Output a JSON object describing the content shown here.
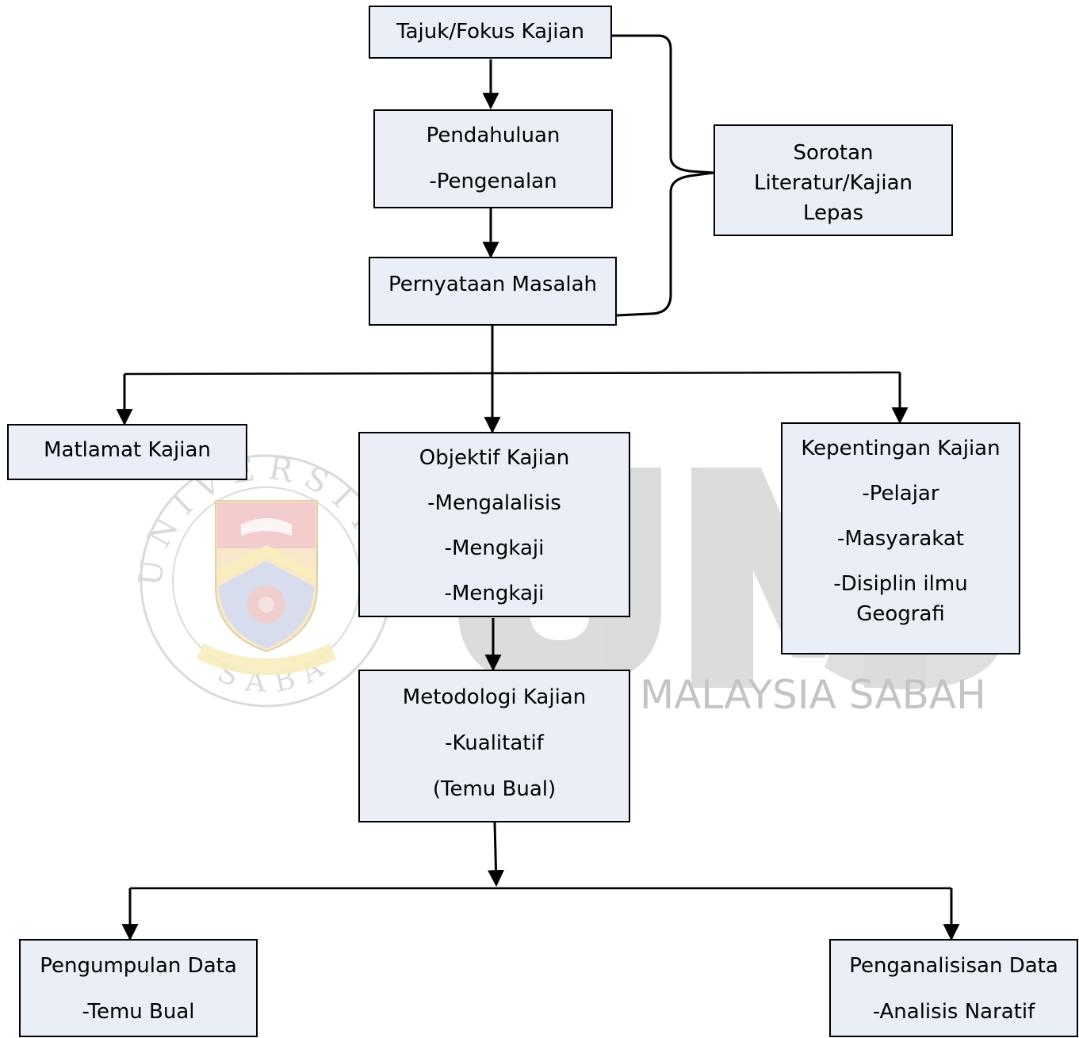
{
  "boxes": {
    "tajuk": {
      "lines": [
        "Tajuk/Fokus Kajian"
      ]
    },
    "pendahuluan": {
      "lines": [
        "Pendahuluan",
        "-Pengenalan"
      ]
    },
    "pernyataan": {
      "lines": [
        "Pernyataan Masalah"
      ]
    },
    "sorotan": {
      "lines": [
        "Sorotan",
        "Literatur/Kajian",
        "Lepas"
      ]
    },
    "matlamat": {
      "lines": [
        "Matlamat Kajian"
      ]
    },
    "objektif": {
      "lines": [
        "Objektif Kajian",
        "-Mengalalisis",
        "-Mengkaji",
        "-Mengkaji"
      ]
    },
    "kepentingan": {
      "lines": [
        "Kepentingan Kajian",
        "-Pelajar",
        "-Masyarakat",
        "-Disiplin ilmu",
        "Geografi"
      ]
    },
    "metodologi": {
      "lines": [
        "Metodologi Kajian",
        "-Kualitatif",
        "(Temu Bual)"
      ]
    },
    "pengumpulan": {
      "lines": [
        "Pengumpulan Data",
        "-Temu Bual"
      ]
    },
    "penganalisisan": {
      "lines": [
        "Penganalisisan Data",
        "-Analisis Naratif"
      ]
    }
  },
  "watermark": {
    "letters": "UMS",
    "university_name": "UNIVERSITI MALAYSIA SABAH",
    "seal_top_text": "UNIVERSITI MALAYSIA",
    "seal_bottom_text": "SABAH",
    "color": "#c4c4c4"
  },
  "colors": {
    "box_fill": "#e9eef7",
    "line": "#000000"
  }
}
